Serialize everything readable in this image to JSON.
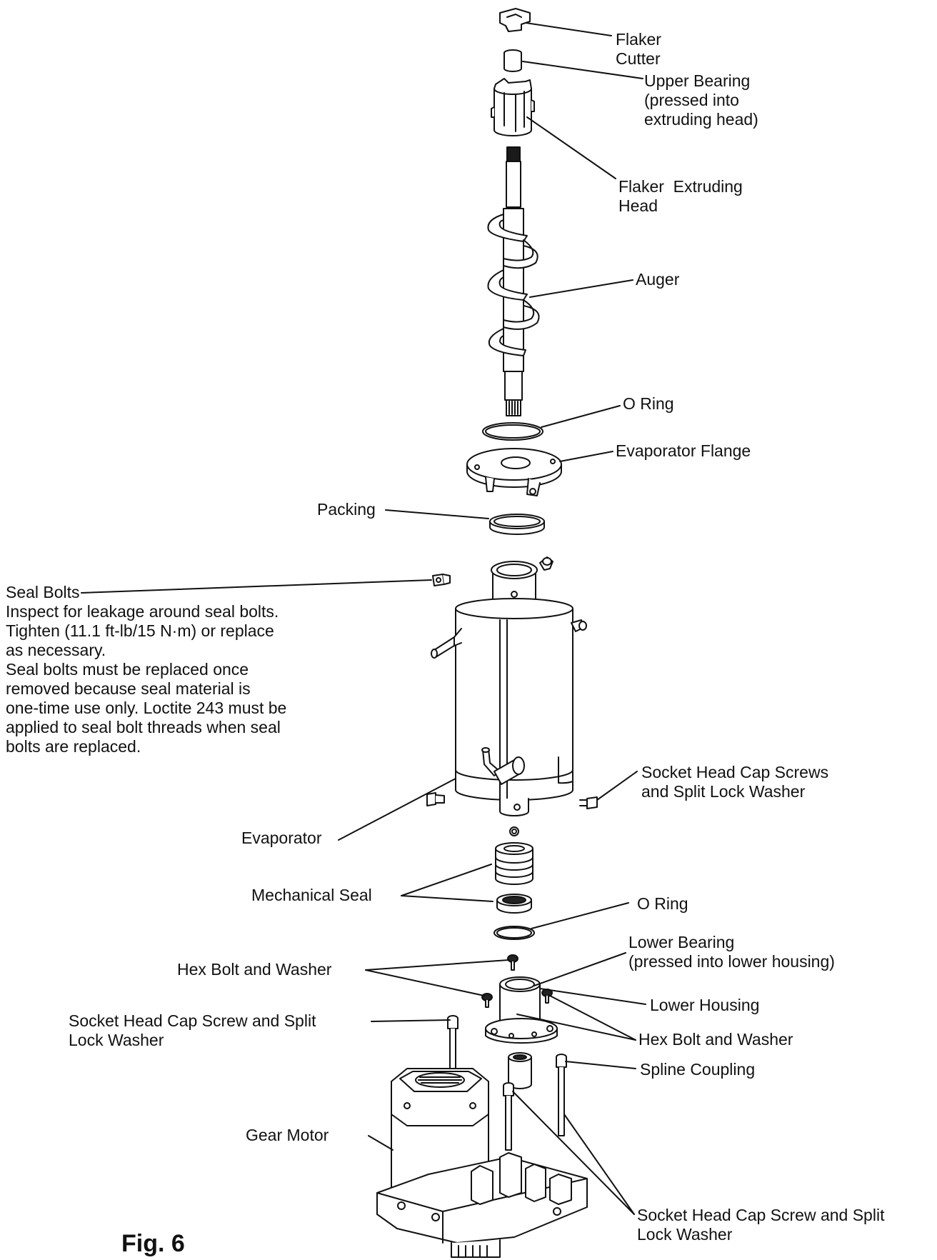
{
  "figure": {
    "caption": "Fig. 6"
  },
  "parts": [
    {
      "id": "flaker-cutter",
      "label": "Flaker\nCutter"
    },
    {
      "id": "upper-bearing",
      "label": "Upper Bearing\n(pressed into\nextruding head)"
    },
    {
      "id": "flaker-extruding-head",
      "label": "Flaker  Extruding\nHead"
    },
    {
      "id": "auger",
      "label": "Auger"
    },
    {
      "id": "o-ring-upper",
      "label": "O Ring"
    },
    {
      "id": "evaporator-flange",
      "label": "Evaporator Flange"
    },
    {
      "id": "packing",
      "label": "Packing"
    },
    {
      "id": "seal-bolts",
      "label": "Seal Bolts\nInspect for leakage around seal bolts.\nTighten (11.1 ft-lb/15 N·m) or replace\nas necessary.\nSeal bolts must be replaced once\nremoved because seal material is\none-time use only. Loctite 243 must be\napplied to seal bolt threads when seal\nbolts are replaced."
    },
    {
      "id": "socket-head-cap-screws",
      "label": "Socket Head Cap Screws\nand Split Lock Washer"
    },
    {
      "id": "evaporator",
      "label": "Evaporator"
    },
    {
      "id": "mechanical-seal",
      "label": "Mechanical Seal"
    },
    {
      "id": "o-ring-lower",
      "label": "O Ring"
    },
    {
      "id": "lower-bearing",
      "label": "Lower Bearing\n(pressed into lower housing)"
    },
    {
      "id": "hex-bolt-washer-upper",
      "label": "Hex Bolt and Washer"
    },
    {
      "id": "lower-housing",
      "label": "Lower Housing"
    },
    {
      "id": "socket-head-cap-screw-left",
      "label": "Socket Head Cap Screw and Split\nLock Washer"
    },
    {
      "id": "hex-bolt-washer-lower",
      "label": "Hex Bolt and Washer"
    },
    {
      "id": "spline-coupling",
      "label": "Spline Coupling"
    },
    {
      "id": "gear-motor",
      "label": "Gear Motor"
    },
    {
      "id": "socket-head-cap-screw-bottom",
      "label": "Socket Head Cap Screw and Split\nLock Washer"
    }
  ]
}
